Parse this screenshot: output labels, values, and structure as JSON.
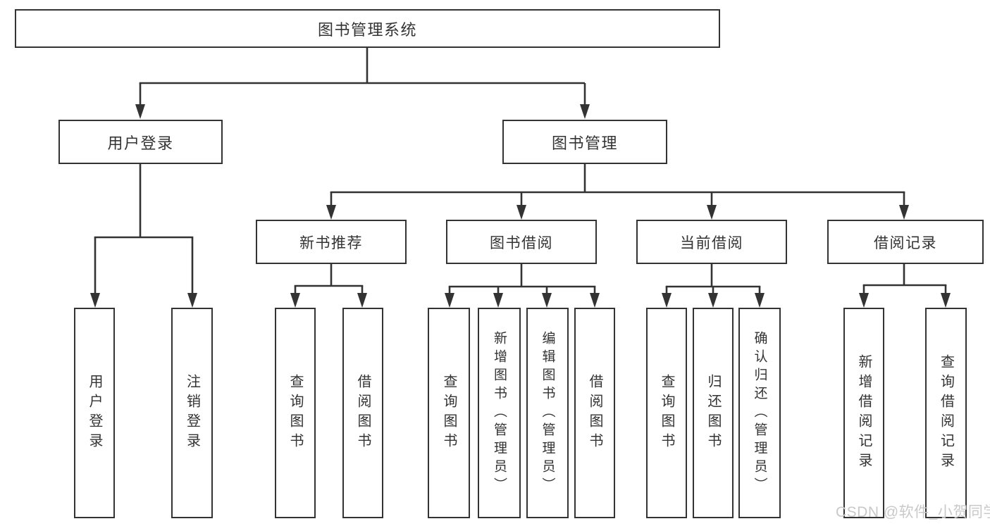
{
  "colors": {
    "line": "#333333",
    "text": "#333333",
    "watermark": "#c9c9c9",
    "background": "#ffffff"
  },
  "tree": {
    "root": {
      "label": "图书管理系统"
    },
    "level2": [
      {
        "label": "用户登录"
      },
      {
        "label": "图书管理"
      }
    ],
    "level3": [
      {
        "label": "新书推荐",
        "parent": "图书管理"
      },
      {
        "label": "图书借阅",
        "parent": "图书管理"
      },
      {
        "label": "当前借阅",
        "parent": "图书管理"
      },
      {
        "label": "借阅记录",
        "parent": "图书管理"
      }
    ],
    "leaves": [
      {
        "label": "用户登录",
        "parent": "用户登录"
      },
      {
        "label": "注销登录",
        "parent": "用户登录"
      },
      {
        "label": "查询图书",
        "parent": "新书推荐"
      },
      {
        "label": "借阅图书",
        "parent": "新书推荐"
      },
      {
        "label": "查询图书",
        "parent": "图书借阅"
      },
      {
        "label": "新增图书（管理员）",
        "parent": "图书借阅"
      },
      {
        "label": "编辑图书（管理员）",
        "parent": "图书借阅"
      },
      {
        "label": "借阅图书",
        "parent": "图书借阅"
      },
      {
        "label": "查询图书",
        "parent": "当前借阅"
      },
      {
        "label": "归还图书",
        "parent": "当前借阅"
      },
      {
        "label": "确认归还（管理员）",
        "parent": "当前借阅"
      },
      {
        "label": "新增借阅记录",
        "parent": "借阅记录"
      },
      {
        "label": "查询借阅记录",
        "parent": "借阅记录"
      }
    ]
  },
  "watermark": {
    "text": "CSDN @软件_小贺同学"
  }
}
